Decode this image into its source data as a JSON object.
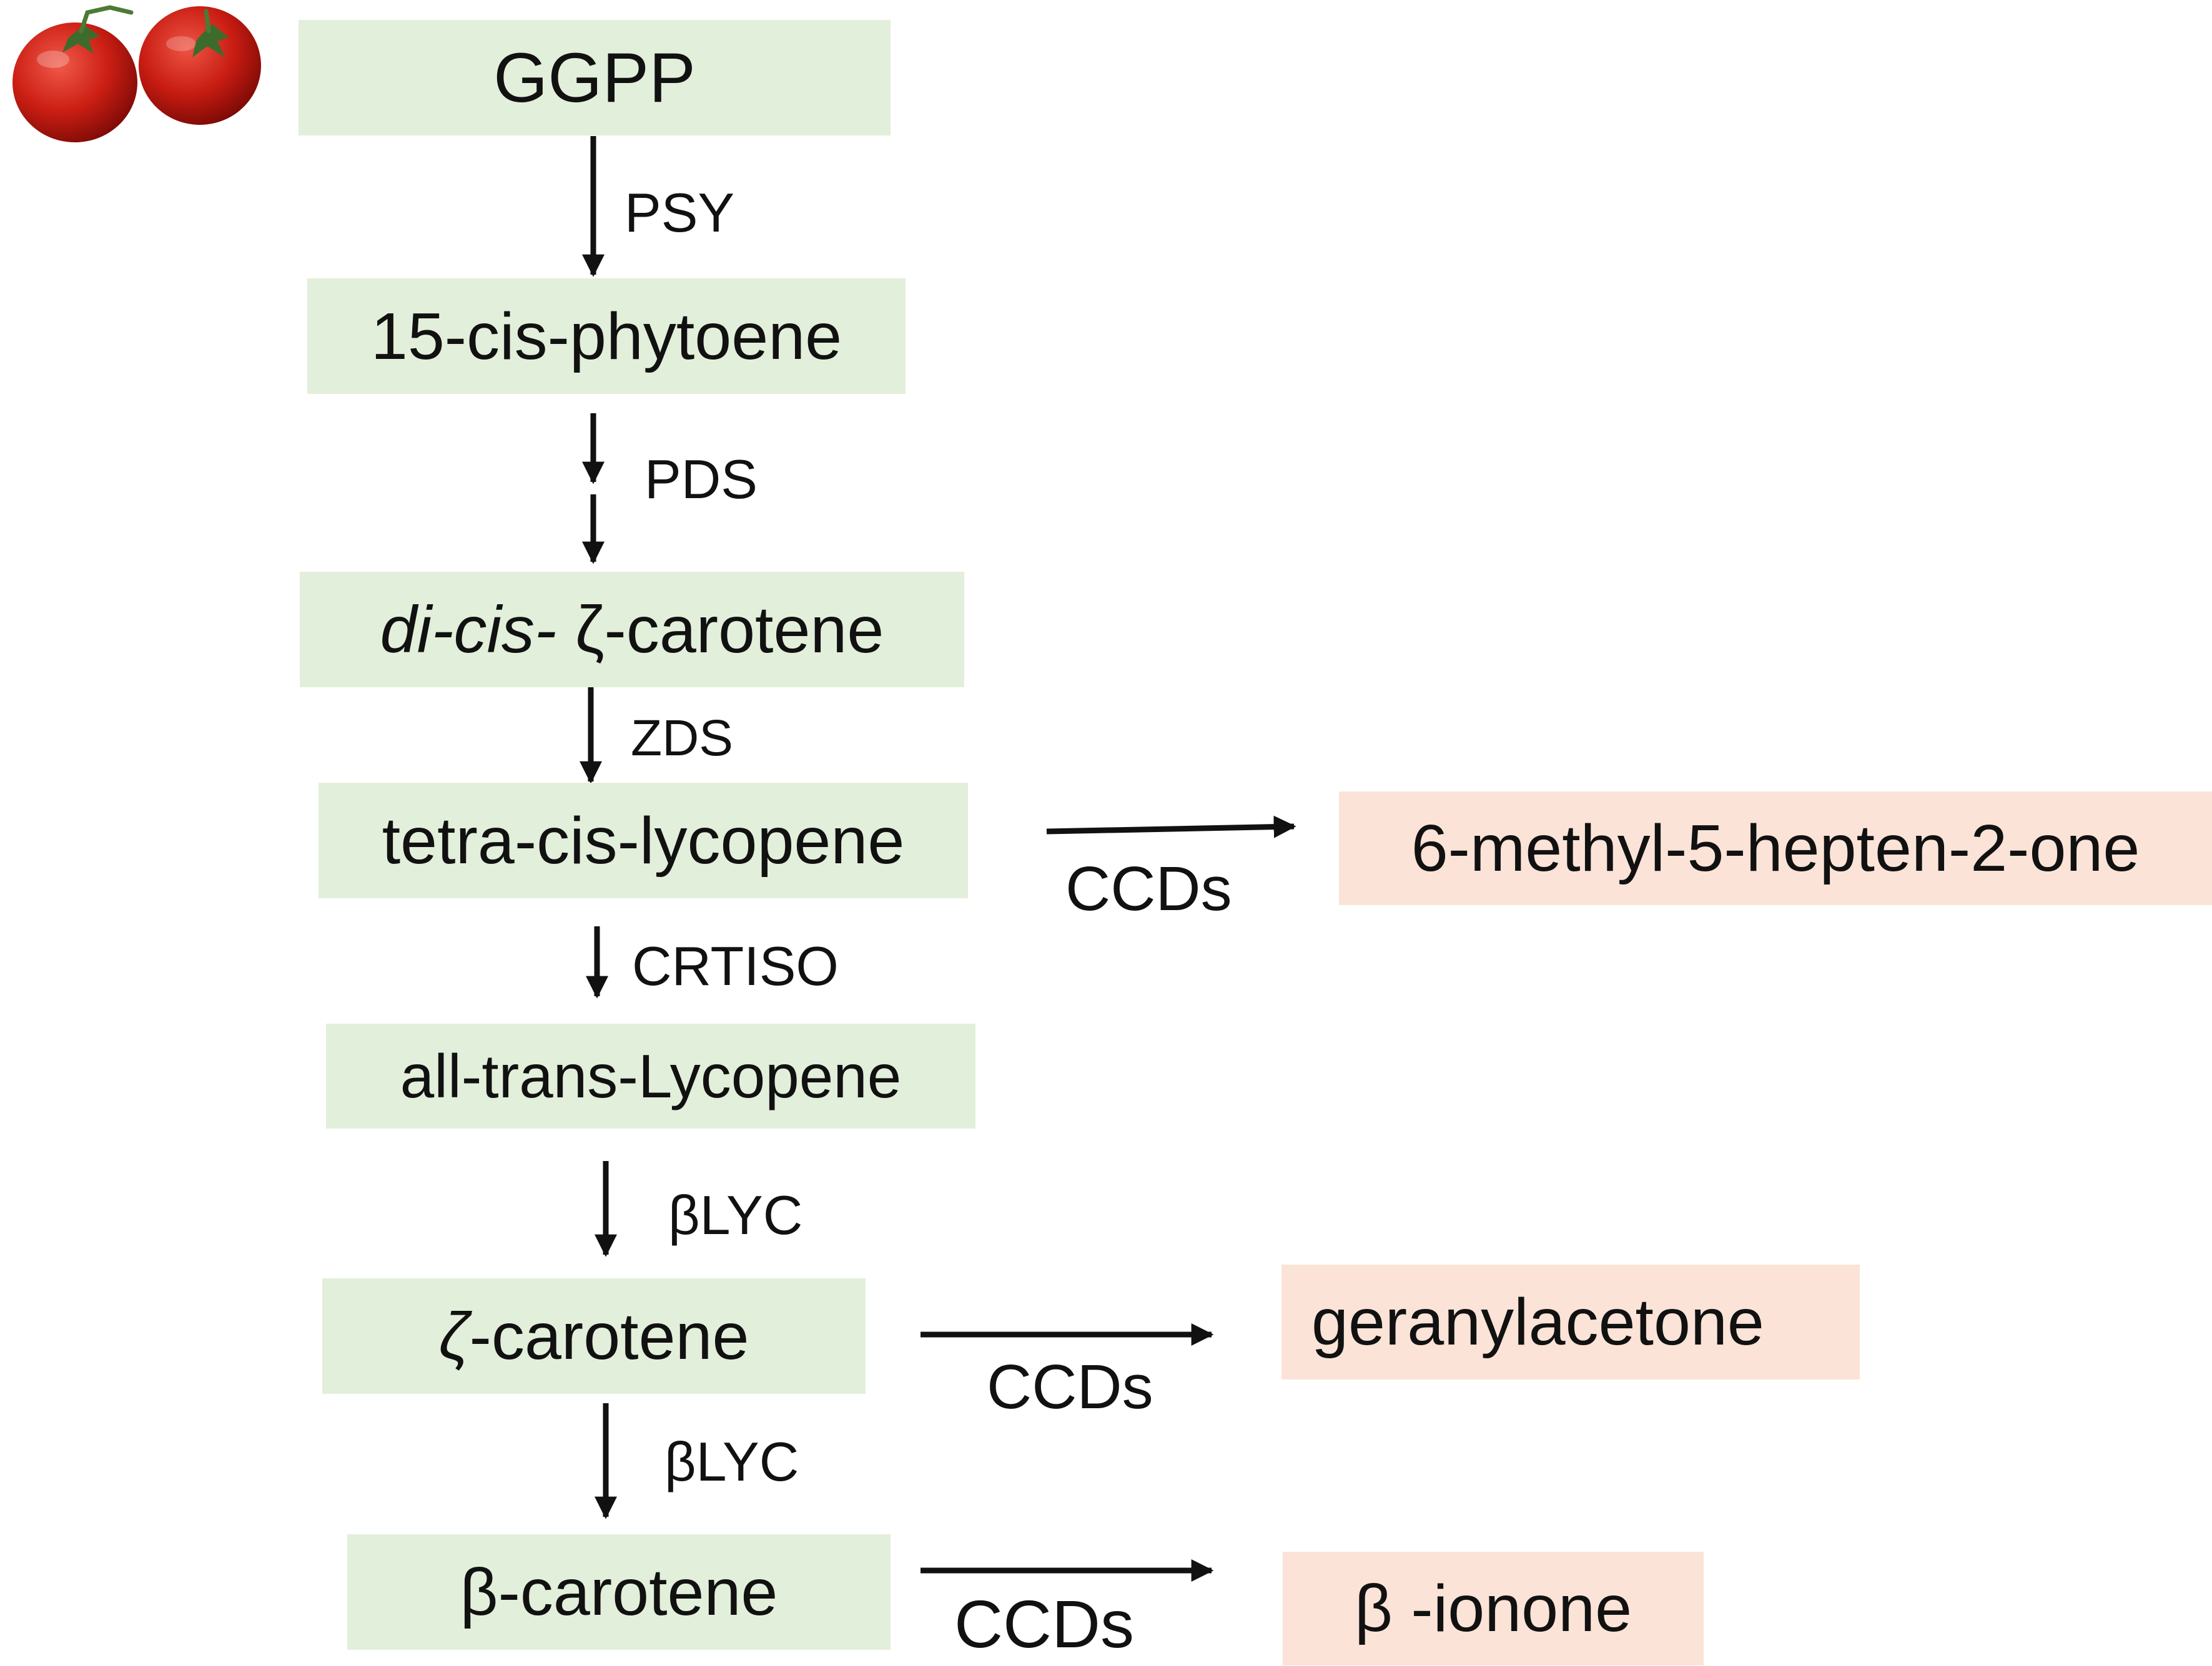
{
  "colors": {
    "intermediate_fill": "#e2efda",
    "product_fill": "#fbe3d7",
    "text": "#111111",
    "arrow": "#111111"
  },
  "illustration": {
    "icon": "tomato-pair-icon"
  },
  "nodes": {
    "ggpp": "GGPP",
    "phytoene": "15-cis-phytoene",
    "dicis_prefix": "di-cis-",
    "dicis_rest": " ζ-carotene",
    "tetra": "tetra-cis-lycopene",
    "alltrans": "all-trans-Lycopene",
    "zeta_symbol": "ζ",
    "zeta_rest": "-carotene",
    "beta": "β-carotene"
  },
  "products": {
    "mho": "6-methyl-5-hepten-2-one",
    "geranyl": "geranylacetone",
    "ionone": "β -ionone"
  },
  "enzymes": {
    "psy": "PSY",
    "pds": "PDS",
    "zds": "ZDS",
    "crtiso": "CRTISO",
    "blyc1": "βLYC",
    "blyc2": "βLYC",
    "ccd1": "CCDs",
    "ccd2": "CCDs",
    "ccd3": "CCDs"
  }
}
